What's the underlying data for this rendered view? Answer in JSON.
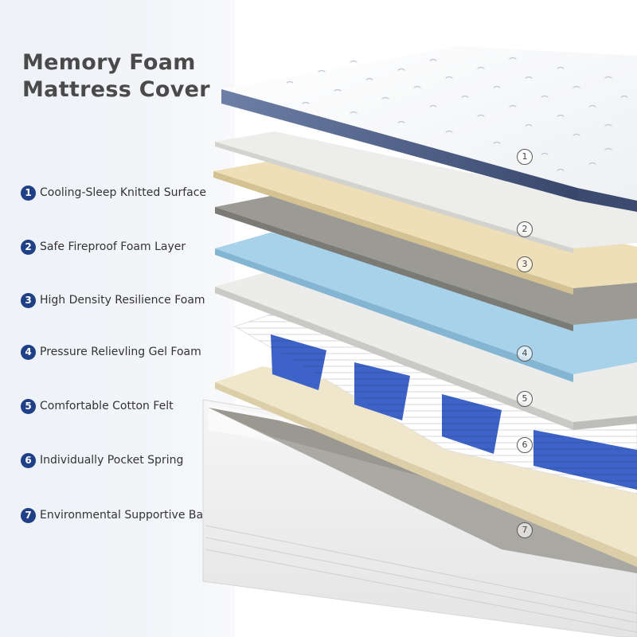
{
  "title": {
    "line1": "Memory Foam",
    "line2": "Mattress Cover"
  },
  "layers": [
    {
      "num": "1",
      "label": "Cooling-Sleep Knitted Surface",
      "callout": "1"
    },
    {
      "num": "2",
      "label": "Safe Fireproof Foam Layer",
      "callout": "2"
    },
    {
      "num": "3",
      "label": "High Density Resilience  Foam",
      "callout": "3"
    },
    {
      "num": "4",
      "label": "Pressure Relievling Gel Foam",
      "callout": "4"
    },
    {
      "num": "5",
      "label": "Comfortable Cotton Felt",
      "callout": "5"
    },
    {
      "num": "6",
      "label": "Individually Pocket Spring",
      "callout": "6"
    },
    {
      "num": "7",
      "label": "Environmental Supportive Base",
      "callout": "7"
    }
  ],
  "colors": {
    "badge": "#1f3f86",
    "knit_band": "#44557d",
    "fireproof": "#ededeb",
    "resilience_foam": "#eedfb8",
    "gel_foam": "#a7d2ea",
    "cotton_felt": "#f0e6cb",
    "spring_blue": "#3d63c9",
    "spring_white": "#ffffff",
    "base_gray": "#a3a19a"
  }
}
